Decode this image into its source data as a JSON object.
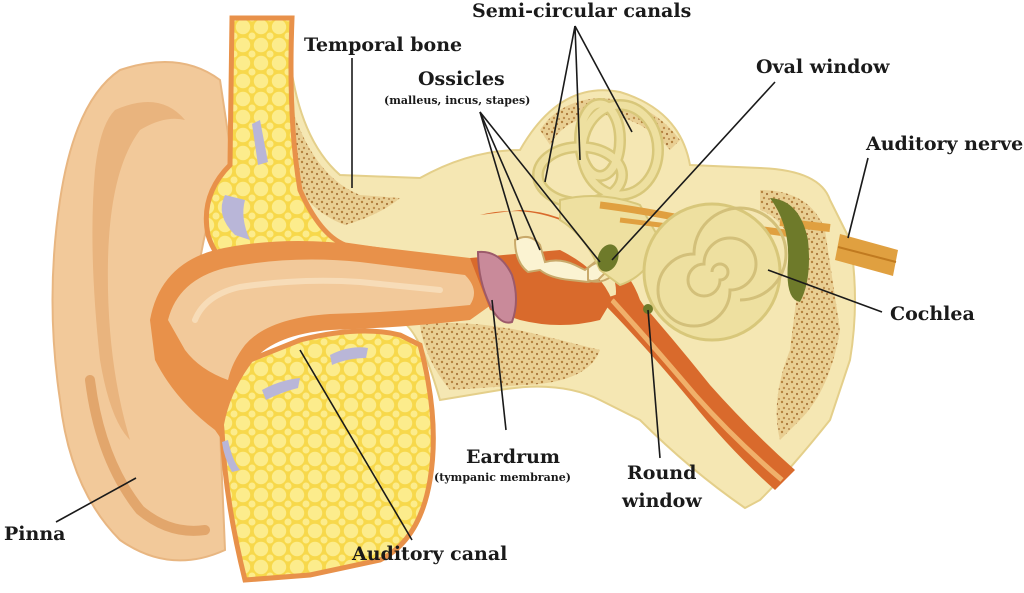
{
  "labels": {
    "semicircular": "Semi-circular canals",
    "temporal": "Temporal bone",
    "ossicles": "Ossicles",
    "ossicles_sub": "(malleus, incus, stapes)",
    "oval": "Oval window",
    "auditory_nerve": "Auditory nerve",
    "cochlea": "Cochlea",
    "eardrum": "Eardrum",
    "eardrum_sub": "(tympanic membrane)",
    "round_1": "Round",
    "round_2": "window",
    "pinna": "Pinna",
    "canal": "Auditory canal"
  },
  "colors": {
    "skin": "#f2c99a",
    "skin_dark": "#e5ad74",
    "canal_orange": "#e8914a",
    "bone": "#f5e7b3",
    "bone_speckle": "#c49a5a",
    "cartilage": "#f7d84b",
    "cartilage_cell": "#fcec8c",
    "lilac": "#b9b6d8",
    "eardrum": "#c98a9a",
    "tube": "#d96a2c",
    "cochlea": "#eee0a0",
    "nerve": "#e0a040",
    "olive": "#6e7a2a",
    "line": "#1a1a1a"
  }
}
